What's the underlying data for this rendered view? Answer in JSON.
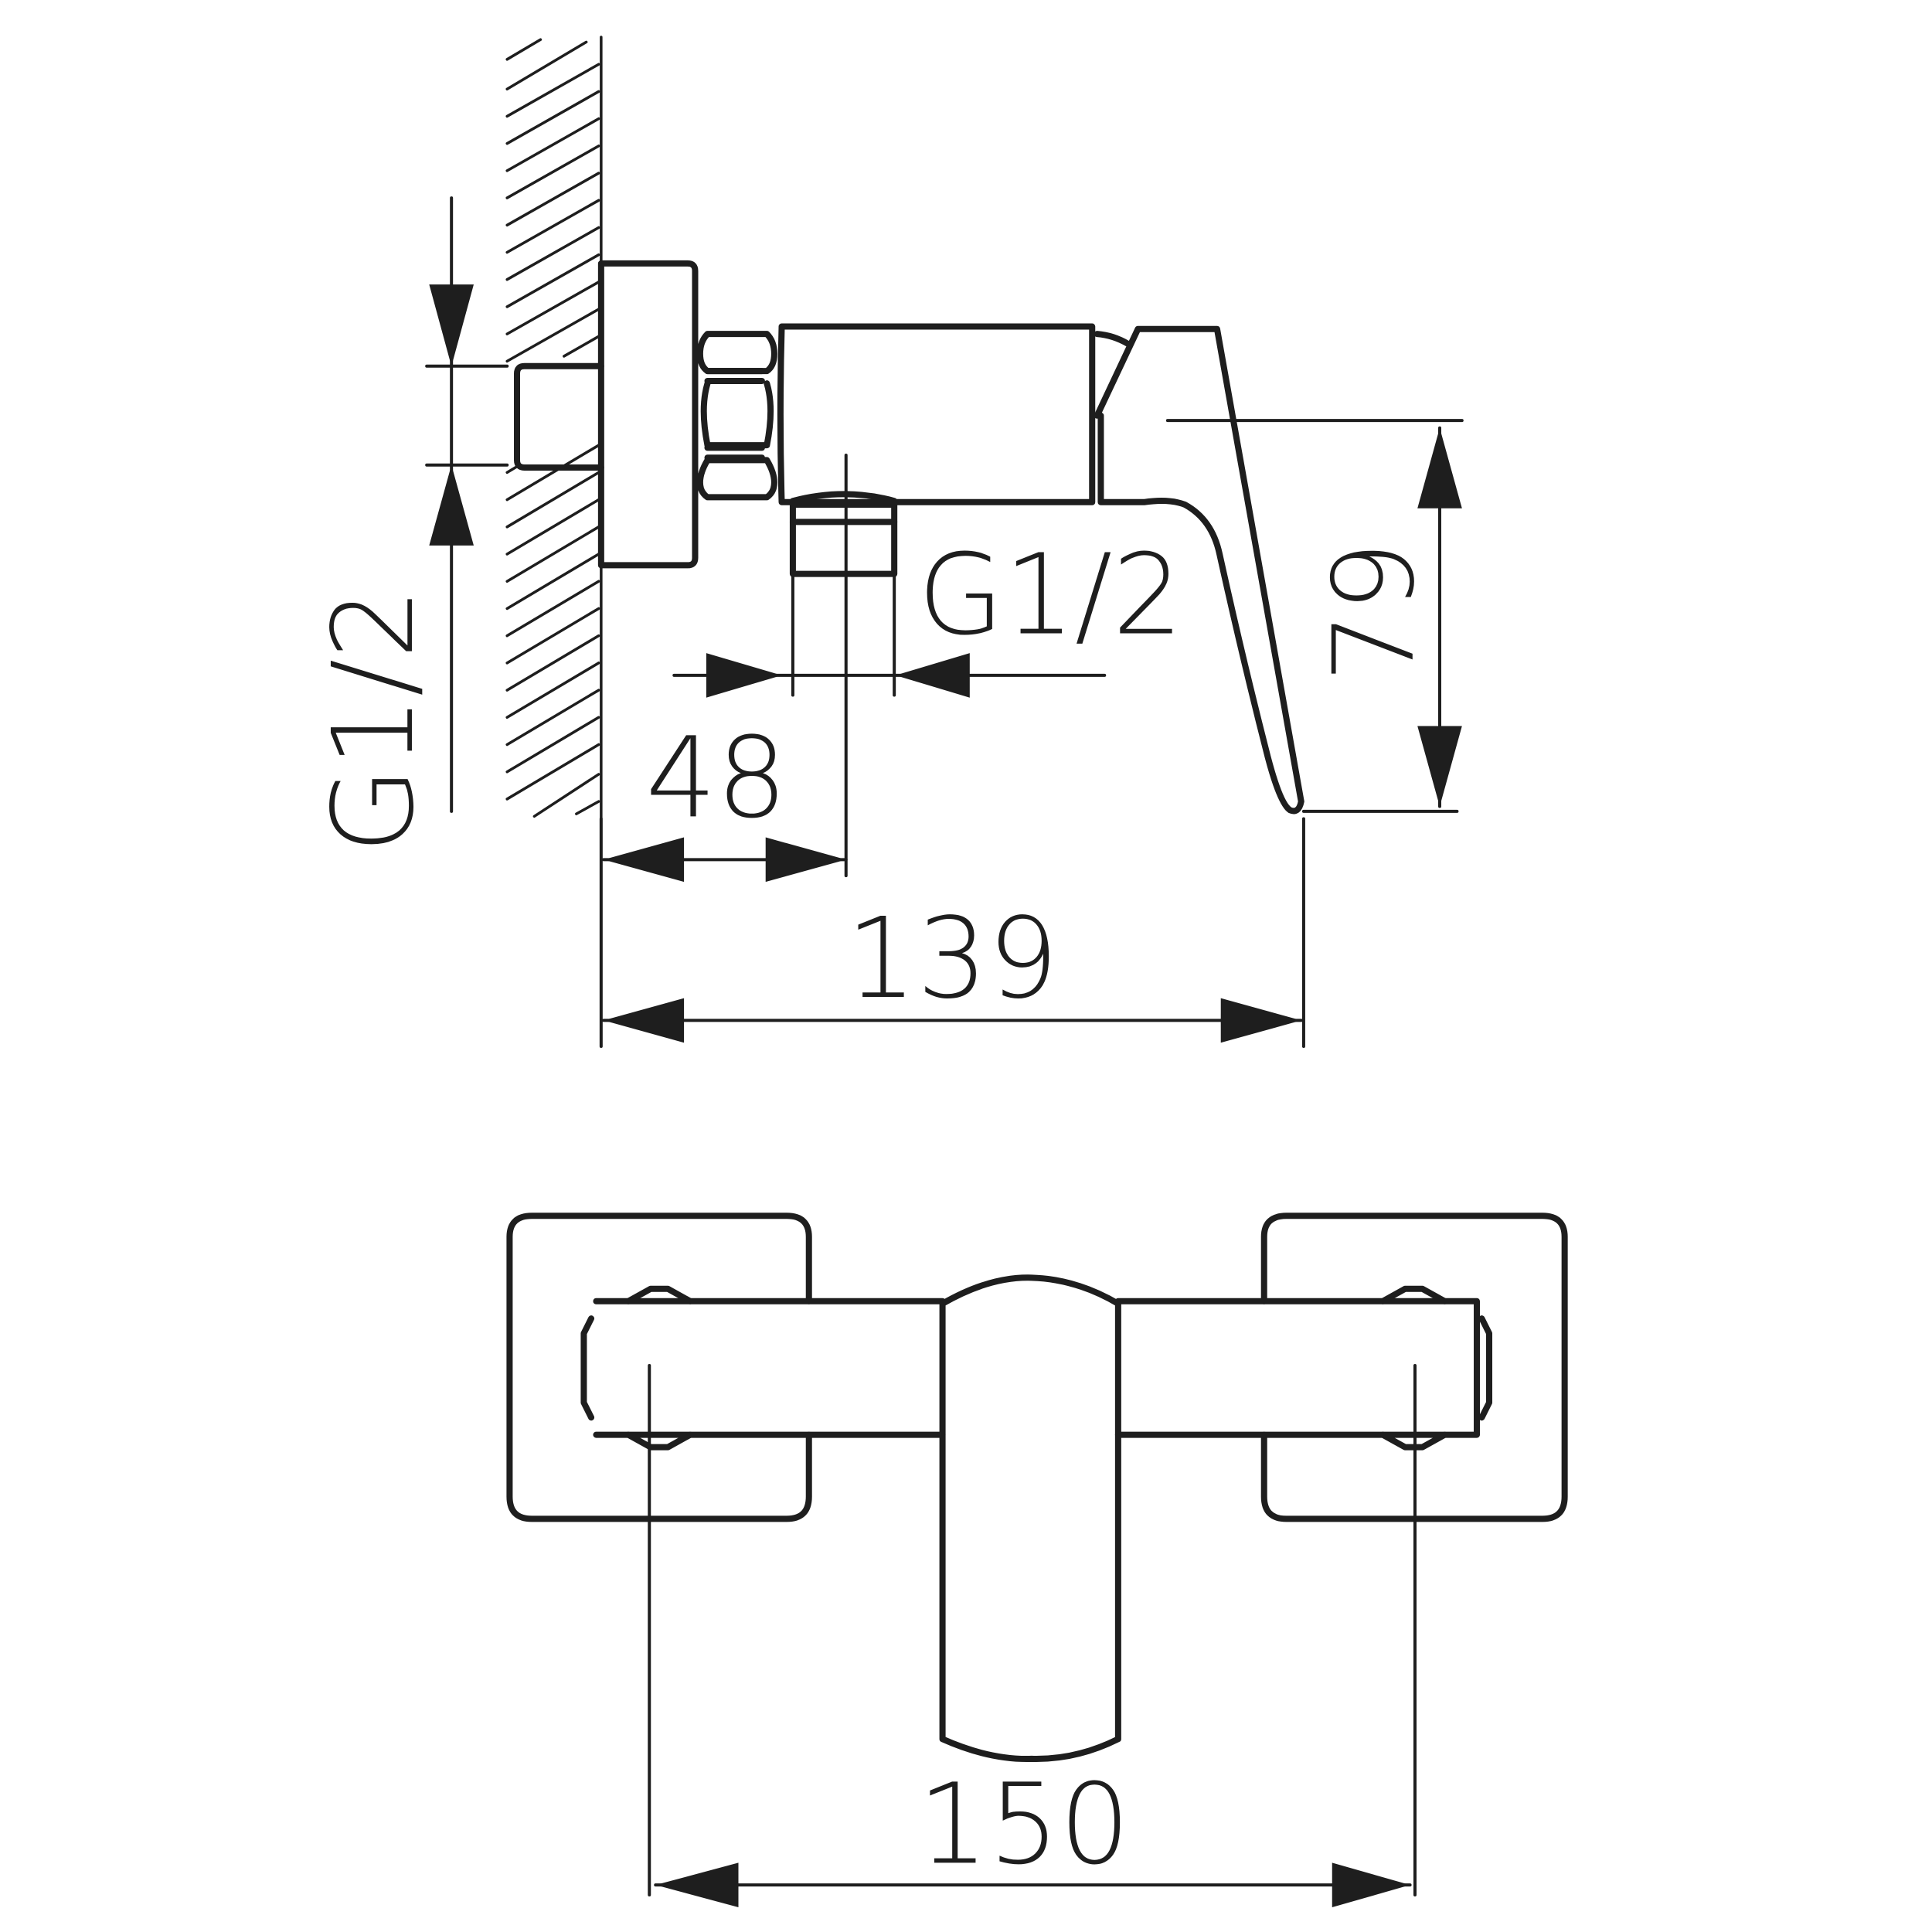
{
  "drawing": {
    "title": "Wall-mounted single-lever mixer – technical dimension drawing",
    "stroke_color": "#1e1e1e",
    "background": "#ffffff",
    "views": [
      "side-view",
      "top-view"
    ]
  },
  "side_view": {
    "dimensions": {
      "inlet_thread": "G1/2",
      "outlet_thread": "G1/2",
      "outlet_offset": "48",
      "total_projection": "139",
      "lever_height": "79"
    }
  },
  "top_view": {
    "dimensions": {
      "inlet_spacing": "150"
    }
  }
}
